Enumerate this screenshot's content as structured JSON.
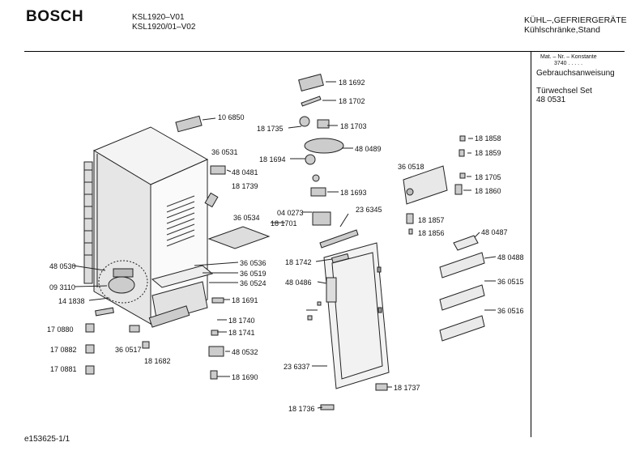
{
  "header": {
    "brand": "BOSCH",
    "model_lines": [
      "KSL1920–V01",
      "KSL1920/01–V02"
    ],
    "category_lines": [
      "KÜHL–,GEFRIERGERÄTE",
      "Kühlschränke,Stand"
    ]
  },
  "sidebar": {
    "mat_header": "Mat. – Nr. – Konstante",
    "mat_value": "3740   .   .   .   .   .",
    "items": [
      {
        "label": "Gebrauchsanweisung",
        "number": ""
      },
      {
        "label": "Türwechsel Set",
        "number": "48 0531"
      }
    ]
  },
  "parts": [
    {
      "id": "p181692",
      "number": "18 1692"
    },
    {
      "id": "p181702",
      "number": "18 1702"
    },
    {
      "id": "p181735",
      "number": "18 1735"
    },
    {
      "id": "p181703",
      "number": "18 1703"
    },
    {
      "id": "p106850",
      "number": "10 6850"
    },
    {
      "id": "p181858",
      "number": "18 1858"
    },
    {
      "id": "p480489",
      "number": "48 0489"
    },
    {
      "id": "p181859",
      "number": "18 1859"
    },
    {
      "id": "p181694",
      "number": "18 1694"
    },
    {
      "id": "p360531",
      "number": "36 0531"
    },
    {
      "id": "p360518",
      "number": "36 0518"
    },
    {
      "id": "p480481",
      "number": "48 0481"
    },
    {
      "id": "p181705",
      "number": "18 1705"
    },
    {
      "id": "p181739",
      "number": "18 1739"
    },
    {
      "id": "p181693",
      "number": "18 1693"
    },
    {
      "id": "p181860",
      "number": "18 1860"
    },
    {
      "id": "p040273",
      "number": "04 0273"
    },
    {
      "id": "p236345",
      "number": "23 6345"
    },
    {
      "id": "p360534",
      "number": "36 0534"
    },
    {
      "id": "p181701",
      "number": "18 1701"
    },
    {
      "id": "p181857",
      "number": "18 1857"
    },
    {
      "id": "p181856",
      "number": "18 1856"
    },
    {
      "id": "p480487",
      "number": "48 0487"
    },
    {
      "id": "p480488",
      "number": "48 0488"
    },
    {
      "id": "p181742",
      "number": "18 1742"
    },
    {
      "id": "p480530",
      "number": "48 0530"
    },
    {
      "id": "p360536",
      "number": "36 0536"
    },
    {
      "id": "p360519",
      "number": "36 0519"
    },
    {
      "id": "p480486",
      "number": "48 0486"
    },
    {
      "id": "p093110",
      "number": "09 3110"
    },
    {
      "id": "p360524",
      "number": "36 0524"
    },
    {
      "id": "p360515",
      "number": "36 0515"
    },
    {
      "id": "p141838",
      "number": "14 1838"
    },
    {
      "id": "p181691",
      "number": "18 1691"
    },
    {
      "id": "p360516",
      "number": "36 0516"
    },
    {
      "id": "p181740",
      "number": "18 1740"
    },
    {
      "id": "p170880",
      "number": "17 0880"
    },
    {
      "id": "p181741",
      "number": "18 1741"
    },
    {
      "id": "p170882",
      "number": "17 0882"
    },
    {
      "id": "p360517",
      "number": "36 0517"
    },
    {
      "id": "p480532",
      "number": "48 0532"
    },
    {
      "id": "p181682",
      "number": "18 1682"
    },
    {
      "id": "p170881",
      "number": "17 0881"
    },
    {
      "id": "p181690",
      "number": "18 1690"
    },
    {
      "id": "p236337",
      "number": "23 6337"
    },
    {
      "id": "p181737",
      "number": "18 1737"
    },
    {
      "id": "p181736",
      "number": "18 1736"
    }
  ],
  "footer": {
    "code": "e153625-1/1"
  }
}
